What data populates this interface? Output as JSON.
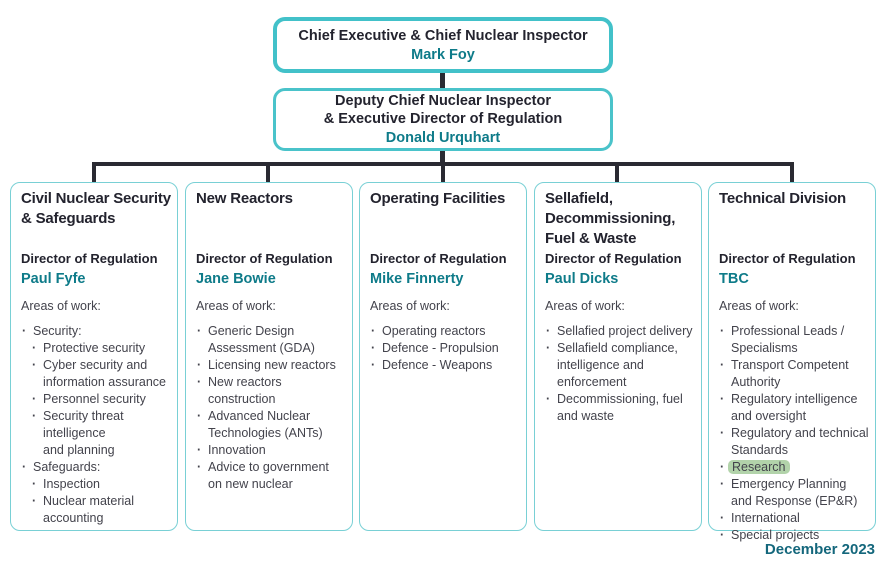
{
  "top": {
    "title": "Chief Executive & Chief Nuclear Inspector",
    "name": "Mark Foy"
  },
  "deputy": {
    "title": "Deputy Chief Nuclear Inspector\n& Executive Director of Regulation",
    "name": "Donald Urquhart"
  },
  "footer": "December 2023",
  "colors": {
    "box_border_teal": "#42c1c9",
    "division_border_teal": "#79d0d5",
    "name_teal": "#0e7b89",
    "heading_dark": "#23232e",
    "body_text": "#43434c",
    "connector_dark": "#2a2a32",
    "research_highlight_green": "#b2d3aa",
    "footer_teal": "#14677c"
  },
  "divisions": [
    {
      "title": "Civil Nuclear Security\n& Safeguards",
      "director_label": "Director of Regulation",
      "director": "Paul Fyfe",
      "areas_label": "Areas of work:",
      "areas": [
        {
          "text": "Security:",
          "level": 1
        },
        {
          "text": "Protective security",
          "level": 2
        },
        {
          "text": "Cyber security and information assurance",
          "level": 2
        },
        {
          "text": "Personnel security",
          "level": 2
        },
        {
          "text": "Security threat intelligence\nand planning",
          "level": 2
        },
        {
          "text": "Safeguards:",
          "level": 1
        },
        {
          "text": "Inspection",
          "level": 2
        },
        {
          "text": "Nuclear material accounting",
          "level": 2
        }
      ]
    },
    {
      "title": "New Reactors",
      "director_label": "Director of Regulation",
      "director": "Jane Bowie",
      "areas_label": "Areas of work:",
      "areas": [
        {
          "text": "Generic Design Assessment (GDA)",
          "level": 1
        },
        {
          "text": "Licensing new reactors",
          "level": 1
        },
        {
          "text": "New reactors construction",
          "level": 1
        },
        {
          "text": "Advanced Nuclear Technologies (ANTs)",
          "level": 1
        },
        {
          "text": "Innovation",
          "level": 1
        },
        {
          "text": "Advice to government on new nuclear",
          "level": 1
        }
      ]
    },
    {
      "title": "Operating Facilities",
      "director_label": "Director of Regulation",
      "director": "Mike Finnerty",
      "areas_label": "Areas of work:",
      "areas": [
        {
          "text": "Operating reactors",
          "level": 1
        },
        {
          "text": "Defence - Propulsion",
          "level": 1
        },
        {
          "text": "Defence - Weapons",
          "level": 1
        }
      ]
    },
    {
      "title": "Sellafield,\nDecommissioning,\nFuel & Waste",
      "director_label": "Director of Regulation",
      "director": "Paul Dicks",
      "areas_label": "Areas of work:",
      "areas": [
        {
          "text": "Sellafied project delivery",
          "level": 1
        },
        {
          "text": "Sellafield compliance, intelligence and enforcement",
          "level": 1
        },
        {
          "text": "Decommissioning, fuel and waste",
          "level": 1
        }
      ]
    },
    {
      "title": "Technical Division",
      "director_label": "Director of Regulation",
      "director": "TBC",
      "areas_label": "Areas of work:",
      "areas": [
        {
          "text": "Professional Leads / Specialisms",
          "level": 1
        },
        {
          "text": "Transport Competent Authority",
          "level": 1
        },
        {
          "text": "Regulatory intelligence and oversight",
          "level": 1
        },
        {
          "text": "Regulatory and technical Standards",
          "level": 1
        },
        {
          "text": "Research",
          "level": 1,
          "highlight": true
        },
        {
          "text": "Emergency Planning and Response (EP&R)",
          "level": 1
        },
        {
          "text": "International",
          "level": 1
        },
        {
          "text": "Special projects",
          "level": 1
        }
      ]
    }
  ]
}
